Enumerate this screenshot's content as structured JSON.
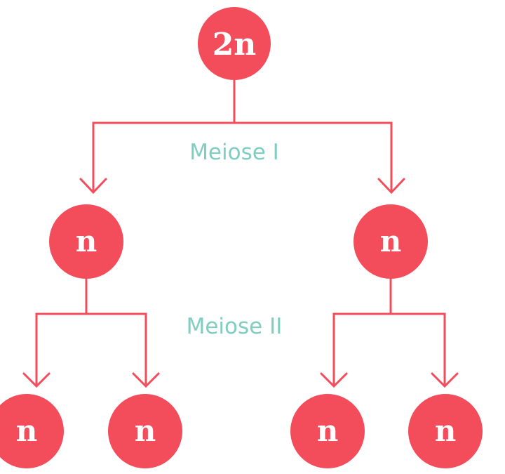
{
  "colors": {
    "node_fill": "#f34c5b",
    "connector": "#f34c5b",
    "node_text": "#ffffff",
    "stage_text": "#7fcec1"
  },
  "nodes": {
    "root": {
      "label": "2n"
    },
    "level1_left": {
      "label": "n"
    },
    "level1_right": {
      "label": "n"
    },
    "level2_a": {
      "label": "n"
    },
    "level2_b": {
      "label": "n"
    },
    "level2_c": {
      "label": "n"
    },
    "level2_d": {
      "label": "n"
    }
  },
  "stages": {
    "meiosis_1": "Meiose I",
    "meiosis_2": "Meiose II"
  }
}
